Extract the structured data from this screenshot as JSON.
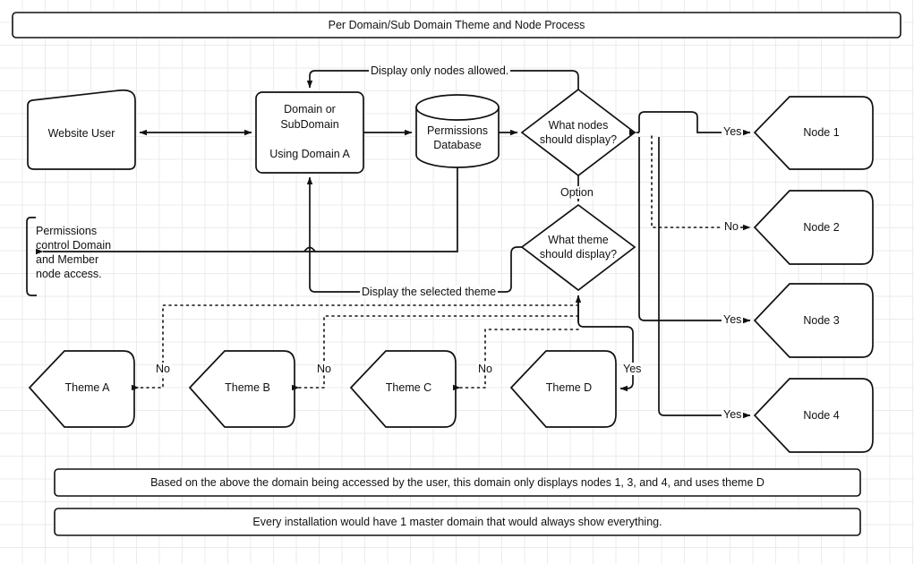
{
  "diagram": {
    "title_banner": "Per Domain/Sub Domain Theme and Node Process",
    "footer_banners": [
      "Based on the above the domain being accessed by the user, this domain only displays nodes 1, 3, and 4, and uses theme D",
      "Every installation would have 1 master domain that would always show everything."
    ]
  },
  "nodes": {
    "website_user": "Website User",
    "domain_box_line1": "Domain or",
    "domain_box_line2": "SubDomain",
    "domain_box_line3": "Using Domain A",
    "database_line1": "Permissions",
    "database_line2": "Database",
    "decision_nodes_line1": "What nodes",
    "decision_nodes_line2": "should display?",
    "decision_theme_line1": "What theme",
    "decision_theme_line2": "should display?",
    "note_line1": "Permissions",
    "note_line2": "control Domain",
    "note_line3": "and Member",
    "note_line4": "node access."
  },
  "node_shapes": [
    {
      "label": "Node 1"
    },
    {
      "label": "Node 2"
    },
    {
      "label": "Node 3"
    },
    {
      "label": "Node 4"
    }
  ],
  "theme_shapes": [
    {
      "label": "Theme A"
    },
    {
      "label": "Theme B"
    },
    {
      "label": "Theme C"
    },
    {
      "label": "Theme D"
    }
  ],
  "edge_labels": {
    "display_only_nodes": "Display only nodes allowed.",
    "display_selected_theme": "Display the selected theme",
    "option": "Option",
    "node1_yes": "Yes",
    "node2_no": "No",
    "node3_yes": "Yes",
    "node4_yes": "Yes",
    "theme_a_no": "No",
    "theme_b_no": "No",
    "theme_c_no": "No",
    "theme_d_yes": "Yes"
  },
  "colors": {
    "stroke": "#111111",
    "fill": "#ffffff",
    "grid": "#ebebeb",
    "text": "#111111"
  }
}
